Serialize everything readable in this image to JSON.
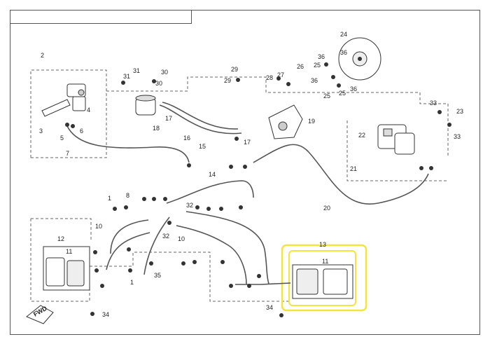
{
  "header": {
    "title": ""
  },
  "fwd_label": "FWD",
  "colors": {
    "highlight": "#f2e53d",
    "line": "#333333",
    "hose": "#555555"
  },
  "callouts": [
    "1",
    "2",
    "3",
    "4",
    "5",
    "6",
    "7",
    "8",
    "10",
    "11",
    "12",
    "13",
    "14",
    "15",
    "16",
    "17",
    "18",
    "19",
    "20",
    "21",
    "22",
    "23",
    "24",
    "25",
    "26",
    "27",
    "28",
    "29",
    "30",
    "31",
    "32",
    "33",
    "34",
    "35",
    "36"
  ],
  "labels": {
    "l2": "2",
    "l3": "3",
    "l4": "4",
    "l5a": "5",
    "l6a": "6",
    "l7": "7",
    "l31a": "31",
    "l31b": "31",
    "l30a": "30",
    "l30b": "30",
    "l17a": "17",
    "l18": "18",
    "l16": "16",
    "l15": "15",
    "l17b": "17",
    "l29a": "29",
    "l29b": "29",
    "l28": "28",
    "l27": "27",
    "l26": "26",
    "l19": "19",
    "l24": "24",
    "l36a": "36",
    "l36b": "36",
    "l36c": "36",
    "l36d": "36",
    "l25a": "25",
    "l25b": "25",
    "l25c": "25",
    "l33a": "33",
    "l33b": "33",
    "l23": "23",
    "l22": "22",
    "l21": "21",
    "l20": "20",
    "l14": "14",
    "l32a": "32",
    "l32b": "32",
    "l10a": "10",
    "l10b": "10",
    "l8": "8",
    "l1a": "1",
    "l12": "12",
    "l11a": "11",
    "l13": "13",
    "l11b": "11",
    "l34a": "34",
    "l34b": "34",
    "l35": "35",
    "l9": "1"
  }
}
